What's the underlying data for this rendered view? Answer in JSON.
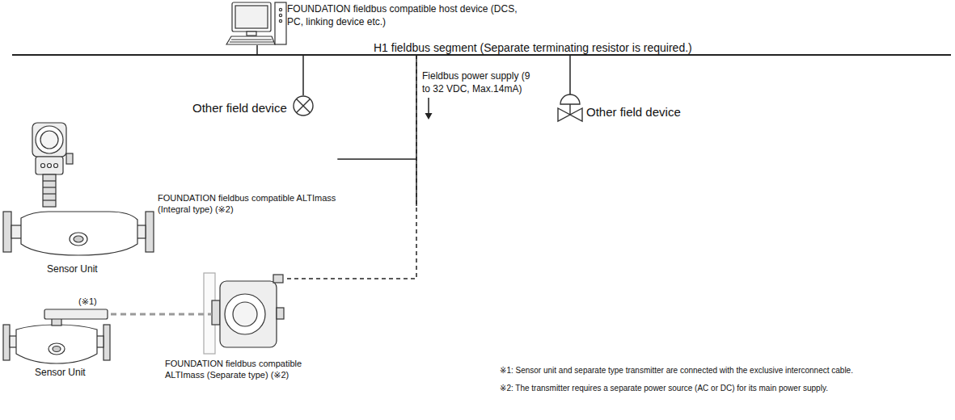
{
  "diagram": {
    "nodes": [
      {
        "text": [
          "FOUNDATION fieldbus compatible host device (DCS, PC, linking device etc.)"
        ]
      },
      {
        "text": [
          "H1 fieldbus segment (Separate terminating resistor is required.)"
        ]
      },
      {
        "text": [
          "Other field device"
        ]
      },
      {
        "text": [
          "Other field device"
        ]
      },
      {
        "text": [
          "FOUNDATION fieldbus compatible ALTImass (Integral type) (※2)"
        ]
      },
      {
        "text": [
          "Sensor Unit"
        ]
      },
      {
        "text": [
          "FOUNDATION fieldbus compatible ALTImass (Separate type) (※2)"
        ]
      },
      {
        "text": [
          "Sensor Unit"
        ]
      }
    ],
    "edges": [
      {
        "from": 0,
        "to": 1,
        "arrow": "none"
      },
      {
        "from": 1,
        "to": 2,
        "arrow": "none"
      },
      {
        "from": 1,
        "to": 3,
        "arrow": "none"
      },
      {
        "from": 1,
        "to": 4,
        "arrow": "none"
      },
      {
        "from": 1,
        "to": 6,
        "arrow": "none"
      },
      {
        "from": 7,
        "to": 6,
        "arrow": "none"
      }
    ],
    "labels": [
      "Fieldbus power supply (9 to 32 VDC, Max.14mA)",
      "(※1)",
      "※1: Sensor unit and separate type transmitter are connected with the exclusive interconnect cable.",
      "※2: The transmitter requires a separate power source (AC or DC) for its main power supply."
    ]
  }
}
